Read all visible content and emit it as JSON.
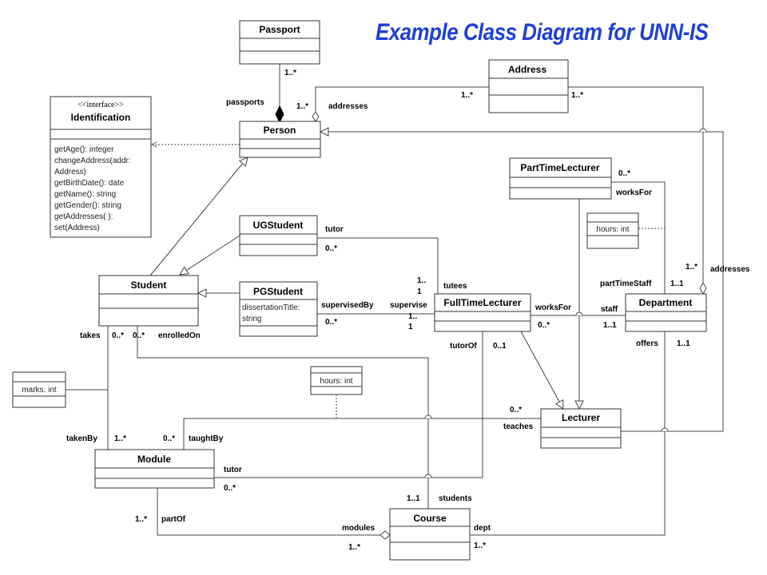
{
  "title": "Example Class Diagram for UNN-IS",
  "classes": {
    "passport": {
      "name": "Passport"
    },
    "address": {
      "name": "Address"
    },
    "identification": {
      "stereotype": "<<interface>>",
      "name": "Identification",
      "operations": [
        "getAge(): integer",
        "changeAddress(addr:",
        "Address)",
        "getBirthDate(): date",
        "getName(): string",
        "getGender(): string",
        "getAddresses( ):",
        "set(Address)"
      ]
    },
    "person": {
      "name": "Person"
    },
    "part_time_lecturer": {
      "name": "PartTimeLecturer"
    },
    "ug_student": {
      "name": "UGStudent"
    },
    "student": {
      "name": "Student"
    },
    "pg_student": {
      "name": "PGStudent",
      "attributes": [
        "dissertationTitle:",
        "string"
      ]
    },
    "full_time_lecturer": {
      "name": "FullTimeLecturer"
    },
    "department": {
      "name": "Department"
    },
    "lecturer": {
      "name": "Lecturer"
    },
    "module": {
      "name": "Module"
    },
    "course": {
      "name": "Course"
    }
  },
  "association_classes": {
    "marks": "marks: int",
    "hours_teaching": "hours: int",
    "hours_parttime": "hours: int"
  },
  "labels": {
    "passport_mult": "1..*",
    "passports": "passports",
    "person_addr_mult": "1..*",
    "addresses_person": "addresses",
    "address_left_mult": "1..*",
    "address_right_mult": "1..*",
    "ptl_mult": "0..*",
    "works_for_ptl": "worksFor",
    "dept_addresses_mult": "1..*",
    "addresses_dept": "addresses",
    "part_time_staff": "partTimeStaff",
    "part_time_staff_mult": "1..1",
    "tutor_ug": "tutor",
    "tutor_ug_mult": "0..*",
    "tutees": "tutees",
    "tutees_mult_a": "1..",
    "tutees_mult_b": "1",
    "supervised_by": "supervisedBy",
    "supervised_by_mult": "0..*",
    "supervise": "supervise",
    "supervise_mult_a": "1..",
    "supervise_mult_b": "1",
    "works_for_ftl": "worksFor",
    "works_for_ftl_mult": "0..*",
    "staff": "staff",
    "staff_mult": "1..1",
    "takes": "takes",
    "takes_mult": "0..*",
    "enrolled_on_mult": "0..*",
    "enrolled_on": "enrolledOn",
    "tutor_of": "tutorOf",
    "tutor_of_mult": "0..1",
    "offers": "offers",
    "offers_mult": "1..1",
    "teaches_mult": "0..*",
    "teaches": "teaches",
    "taken_by": "takenBy",
    "taken_by_mult": "1..*",
    "taught_by_mult": "0..*",
    "taught_by": "taughtBy",
    "tutor_module": "tutor",
    "tutor_module_mult": "0..*",
    "students_mult": "1..1",
    "students": "students",
    "part_of_mult": "1..*",
    "part_of": "partOf",
    "modules": "modules",
    "modules_mult": "1..*",
    "dept": "dept",
    "dept_mult": "1..*"
  }
}
